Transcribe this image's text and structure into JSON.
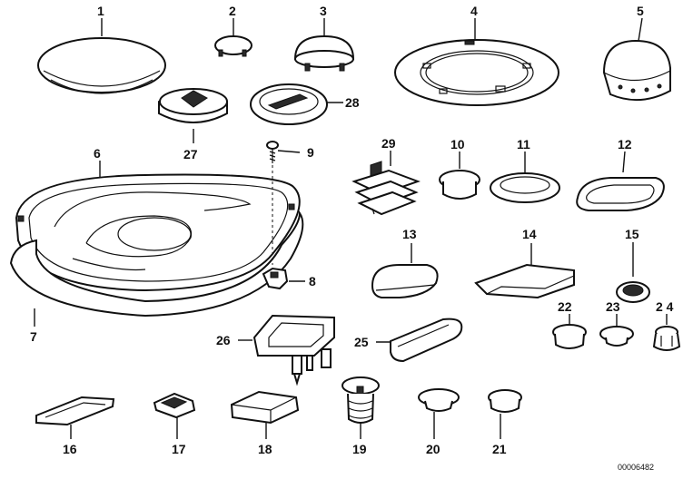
{
  "callouts": {
    "p1": "1",
    "p2": "2",
    "p3": "3",
    "p4": "4",
    "p5": "5",
    "p6": "6",
    "p7": "7",
    "p8": "8",
    "p9": "9",
    "p10": "10",
    "p11": "11",
    "p12": "12",
    "p13": "13",
    "p14": "14",
    "p15": "15",
    "p16": "16",
    "p17": "17",
    "p18": "18",
    "p19": "19",
    "p20": "20",
    "p21": "21",
    "p22": "22",
    "p23": "23",
    "p24": "2 4",
    "p25": "25",
    "p26": "26",
    "p27": "27",
    "p28": "28",
    "p29": "29"
  },
  "reference_number": "00006482"
}
